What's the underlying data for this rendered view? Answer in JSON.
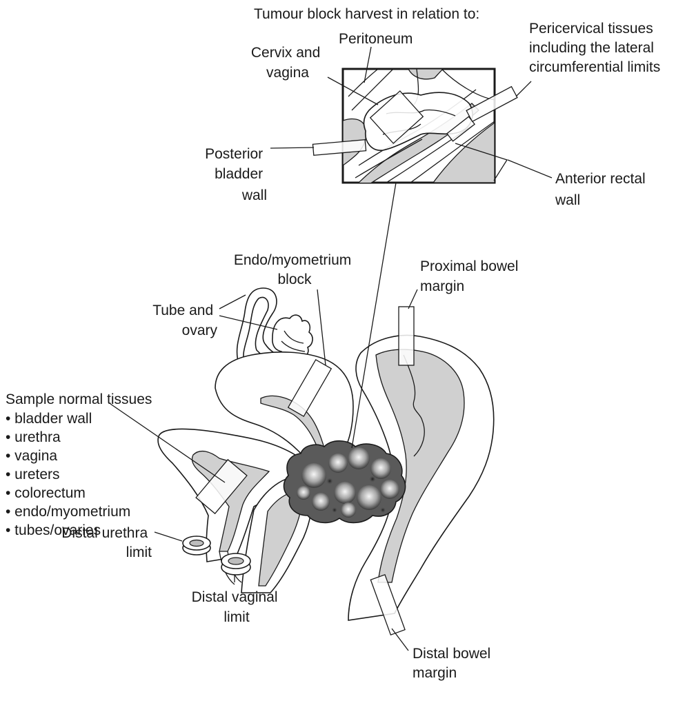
{
  "labels": {
    "header": "Tumour block harvest in relation to:",
    "peritoneum": "Peritoneum",
    "cervix_vagina": [
      "Cervix and",
      "vagina"
    ],
    "pericervical": [
      "Pericervical tissues",
      "including the lateral",
      "circumferential limits"
    ],
    "posterior_bladder": [
      "Posterior",
      "bladder",
      "wall"
    ],
    "anterior_rectal": [
      "Anterior rectal",
      "wall"
    ],
    "endo_myometrium_block": [
      "Endo/myometrium",
      "block"
    ],
    "proximal_bowel": [
      "Proximal bowel",
      "margin"
    ],
    "tube_ovary": [
      "Tube and",
      "ovary"
    ],
    "sample_normal_title": "Sample normal tissues",
    "sample_normal_items": [
      "• bladder wall",
      "• urethra",
      "• vagina",
      "• ureters",
      "• colorectum",
      "• endo/myometrium",
      "• tubes/ovaries"
    ],
    "distal_urethra": [
      "Distal urethra",
      "limit"
    ],
    "distal_vaginal": [
      "Distal vaginal",
      "limit"
    ],
    "distal_bowel": [
      "Distal bowel",
      "margin"
    ]
  },
  "colors": {
    "ink": "#1a1a1a",
    "lumen": "#d0d0d0",
    "tumour_dark": "#3a3a3a",
    "tumour_light": "#f2f2f2"
  }
}
